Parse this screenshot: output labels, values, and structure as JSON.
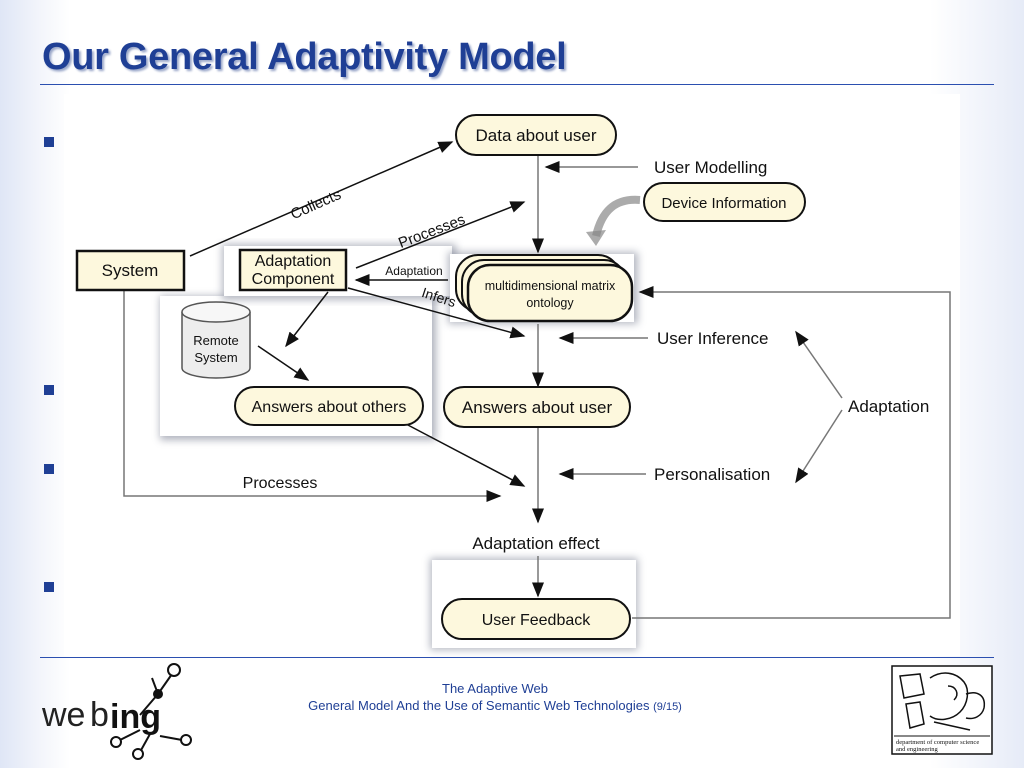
{
  "slide": {
    "title": "Our General Adaptivity Model",
    "footer_line1": "The Adaptive Web",
    "footer_line2": "General Model And the Use of Semantic Web Technologies",
    "page_indicator": "(9/15)"
  },
  "diagram": {
    "nodes": {
      "data_about_user": "Data about user",
      "device_information": "Device Information",
      "system": "System",
      "adaptation_component_1": "Adaptation",
      "adaptation_component_2": "Component",
      "multidim_1": "multidimensional matrix",
      "multidim_2": "ontology",
      "remote_system_1": "Remote",
      "remote_system_2": "System",
      "answers_about_others": "Answers about others",
      "answers_about_user": "Answers about user",
      "user_feedback": "User Feedback"
    },
    "labels": {
      "user_modelling": "User Modelling",
      "collects": "Collects",
      "processes_top": "Processes",
      "adaptation_small": "Adaptation",
      "infers": "Infers",
      "user_inference": "User Inference",
      "adaptation": "Adaptation",
      "personalisation": "Personalisation",
      "processes_bottom": "Processes",
      "adaptation_effect": "Adaptation effect"
    }
  },
  "logos": {
    "webing_a": "we",
    "webing_b": "b",
    "webing_c": "ing",
    "dept_line1": "department of computer science",
    "dept_line2": "and engineering"
  }
}
